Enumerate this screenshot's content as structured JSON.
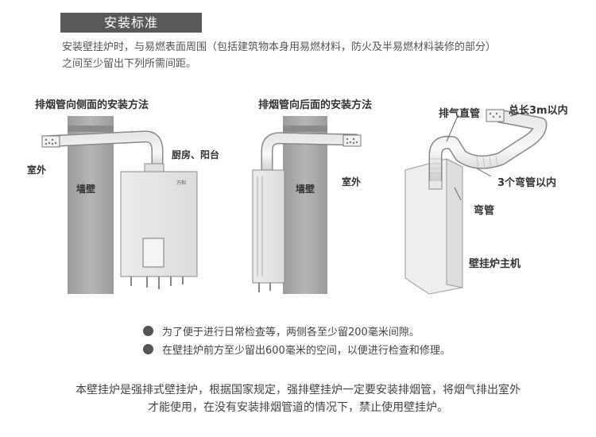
{
  "header": {
    "title": "安装标准"
  },
  "intro": {
    "line1": "安装壁挂炉时，与易燃表面周围（包括建筑物本身用易燃材料，防火及半易燃材料装修的部分）",
    "line2": "之间至少留出下列所需间距。"
  },
  "figures": {
    "side": {
      "title": "排烟管向侧面的安装方法",
      "outdoor": "室外",
      "wall": "墙壁",
      "kitchen": "厨房、阳台",
      "brand": "万和"
    },
    "back": {
      "title": "排烟管向后面的安装方法",
      "wall": "墙壁",
      "outdoor": "室外"
    },
    "diagram": {
      "exhaust": "排气直管",
      "length": "总长3m以内",
      "elbows": "3个弯管以内",
      "elbow": "弯管",
      "unit": "壁挂炉主机"
    }
  },
  "notes": [
    "为了便于进行日常检查等，两侧各至少留200毫米间隙。",
    "在壁挂炉前方至少留出600毫米的空间，以便进行检查和修理。"
  ],
  "footer": {
    "line1": "本壁挂炉是强排式壁挂炉，根据国家规定，强排壁挂炉一定要安装排烟管，将烟气排出室外",
    "line2": "才能使用，在没有安装排烟管道的情况下，禁止使用壁挂炉。"
  }
}
